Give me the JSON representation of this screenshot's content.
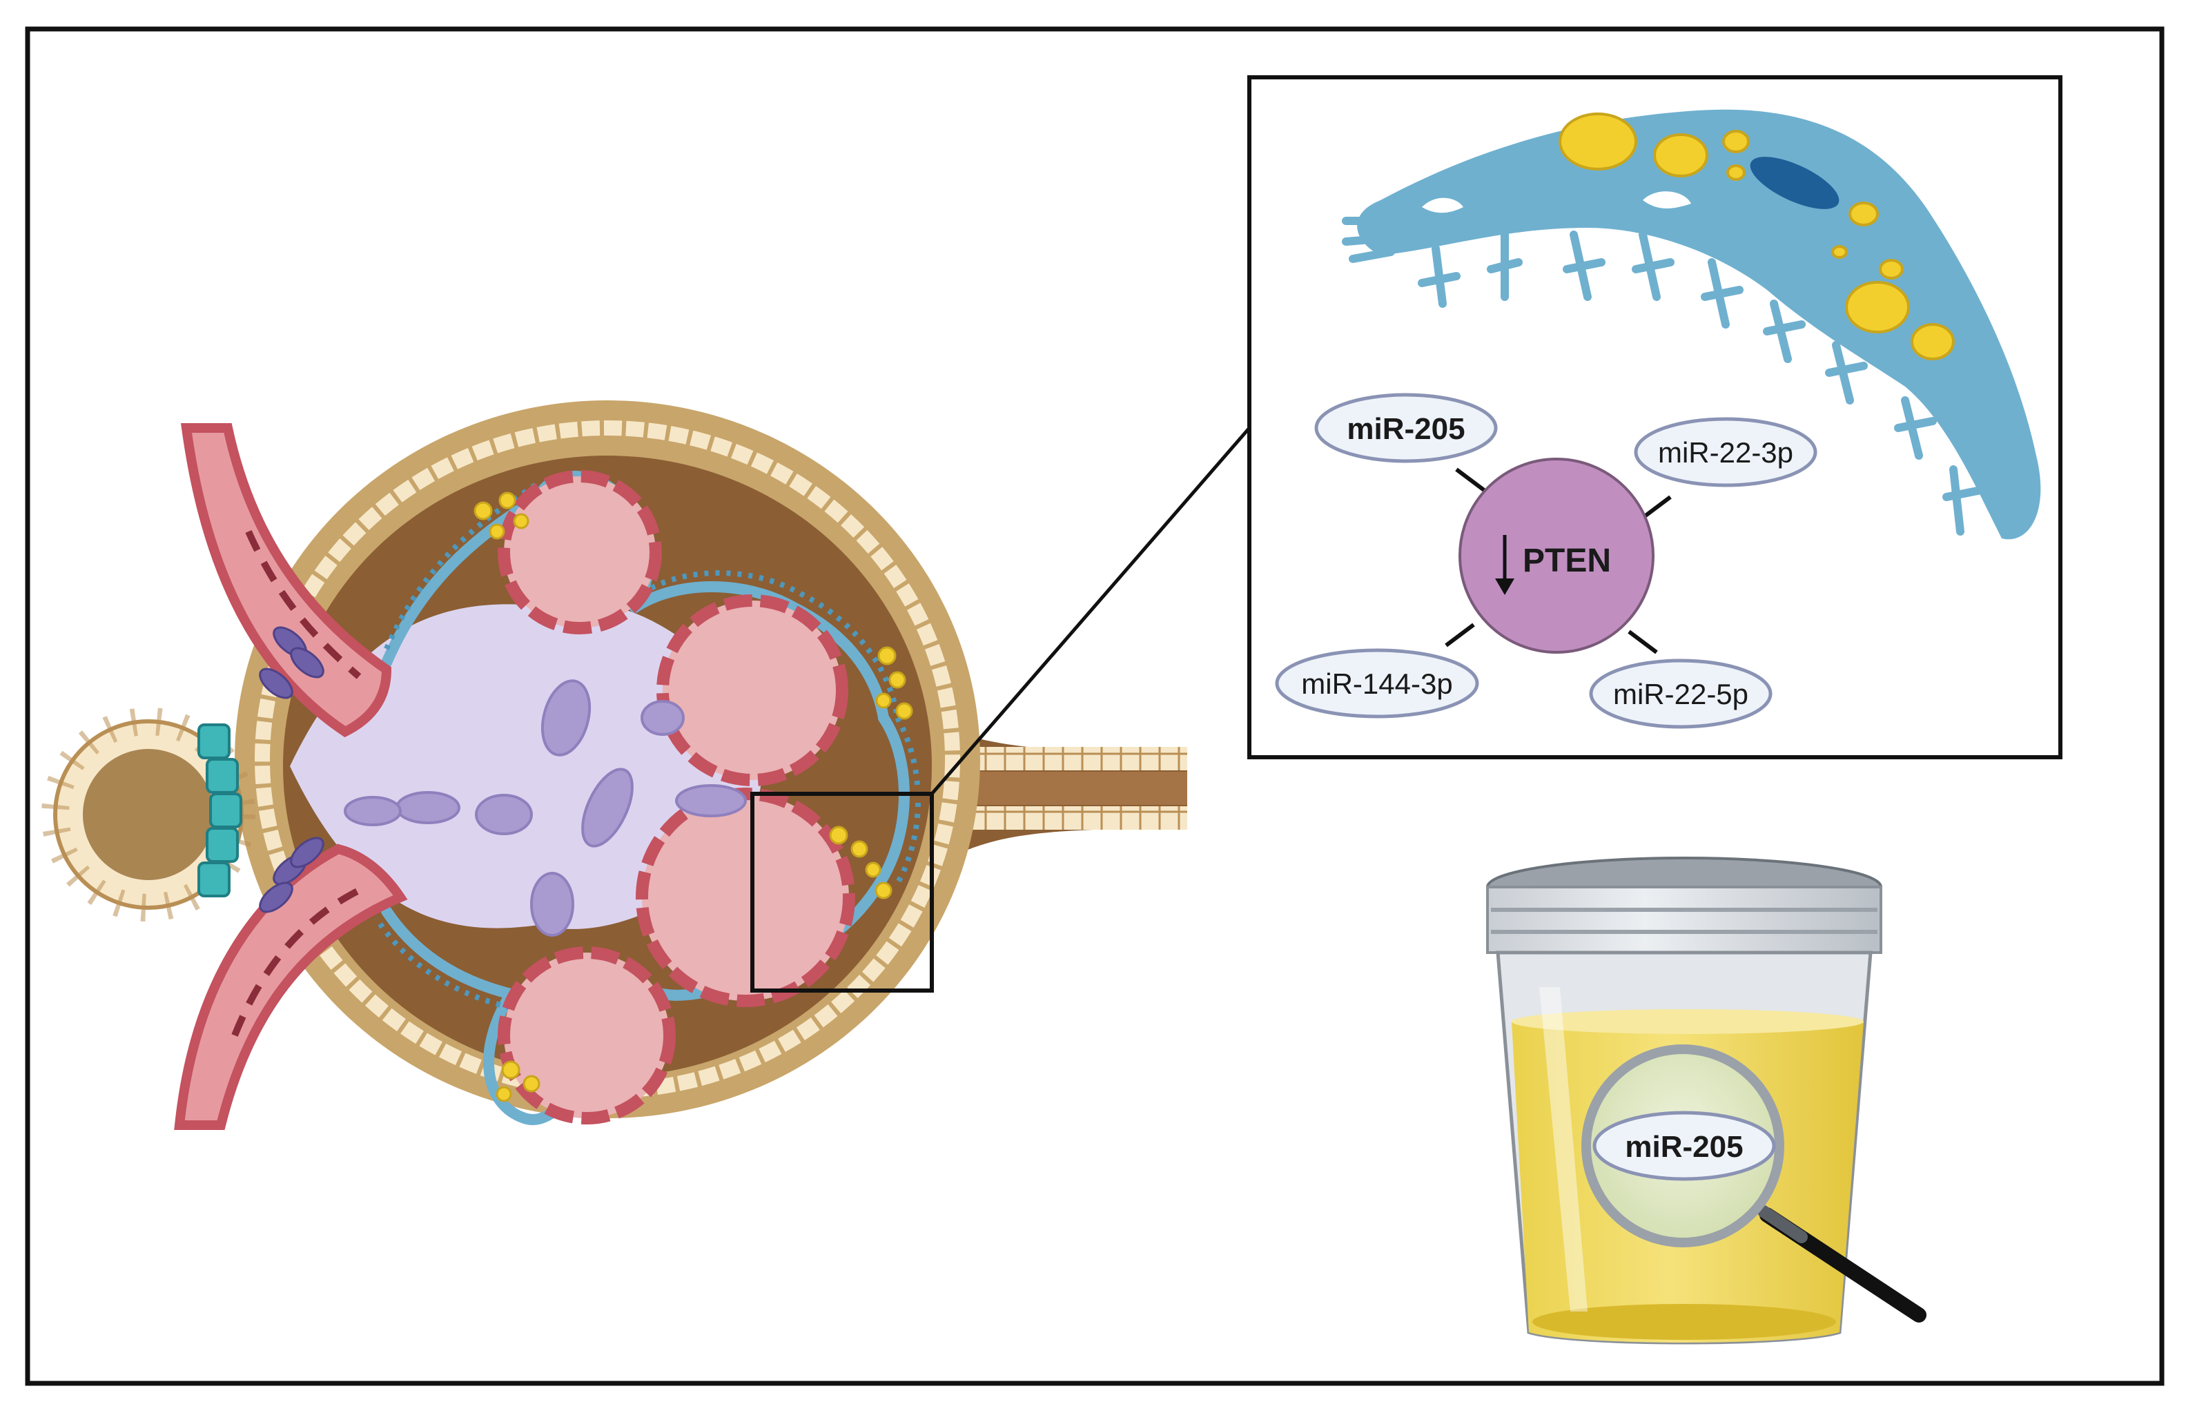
{
  "inset": {
    "hub_label": "PTEN",
    "mirna_labels": [
      "miR-205",
      "miR-22-3p",
      "miR-144-3p",
      "miR-22-5p"
    ]
  },
  "urine_cup": {
    "magnifier_label": "miR-205"
  },
  "colors": {
    "podocyte_blue": "#6fb0cf",
    "lipid_yellow": "#f2cf2c",
    "pten_purple": "#c08fc0",
    "capsule_tan": "#c8a56a",
    "glomerulus_brown": "#8b5e34",
    "capillary_red": "#c4525f",
    "capillary_pink": "#eab3b5",
    "mesangium_lilac": "#dcd4ef",
    "label_fill": "#eef3fa",
    "urine_yellow": "#f0d659"
  }
}
